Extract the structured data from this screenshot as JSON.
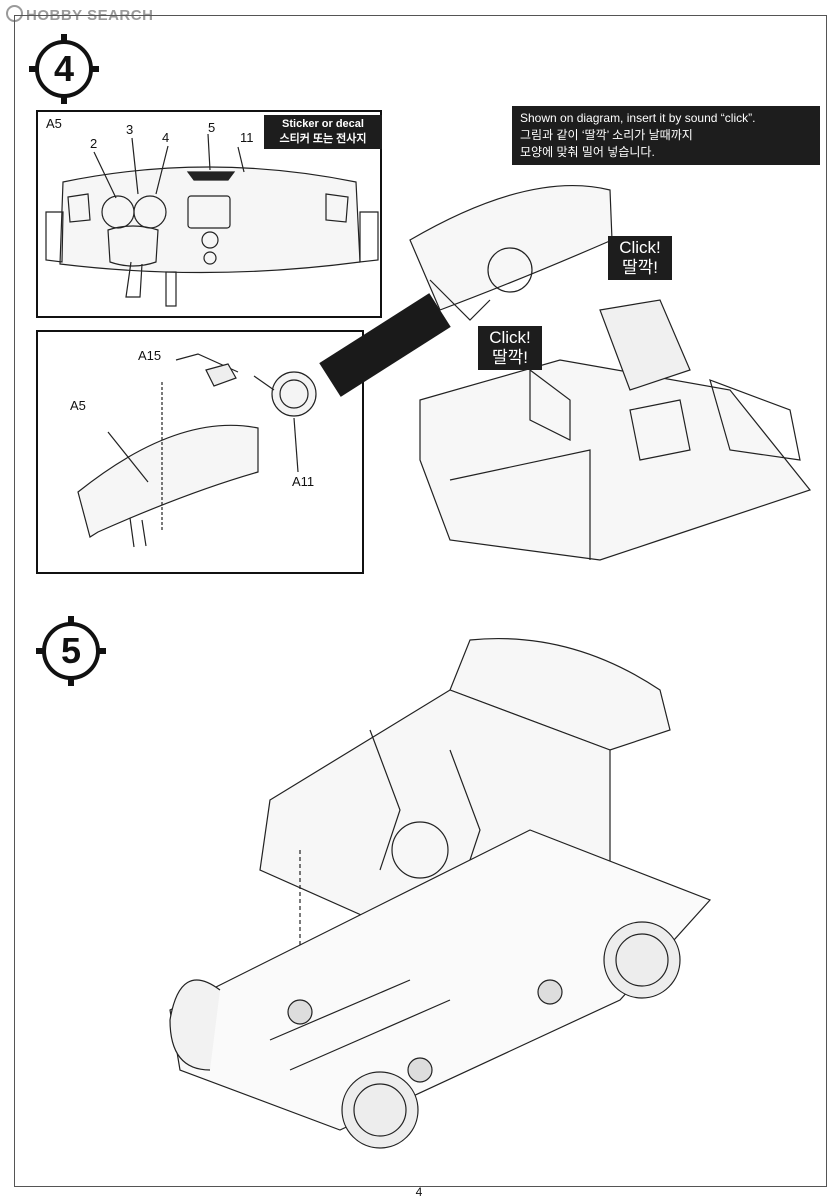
{
  "watermark": "HOBBY SEARCH",
  "steps": {
    "step4": "4",
    "step5": "5"
  },
  "panel_dashboard": {
    "part_label": "A5",
    "callouts": [
      "2",
      "3",
      "4",
      "5",
      "11"
    ],
    "decal_label_en": "Sticker or decal",
    "decal_label_ko": "스티커 또는 전사지"
  },
  "panel_parts": {
    "labels": {
      "a15": "A15",
      "a5": "A5",
      "a11": "A11"
    }
  },
  "note": {
    "en": "Shown on diagram, insert it by sound “click”.",
    "ko1": "그림과 같이 ‘딸깍’ 소리가 날때까지",
    "ko2": "모양에 맞춰 밀어 넣습니다."
  },
  "click_labels": [
    {
      "en": "Click!",
      "ko": "딸깍!"
    },
    {
      "en": "Click!",
      "ko": "딸깍!"
    }
  ],
  "page_number": "4",
  "colors": {
    "ink": "#111111",
    "label_bg": "#1d1d1d",
    "paper": "#ffffff"
  }
}
